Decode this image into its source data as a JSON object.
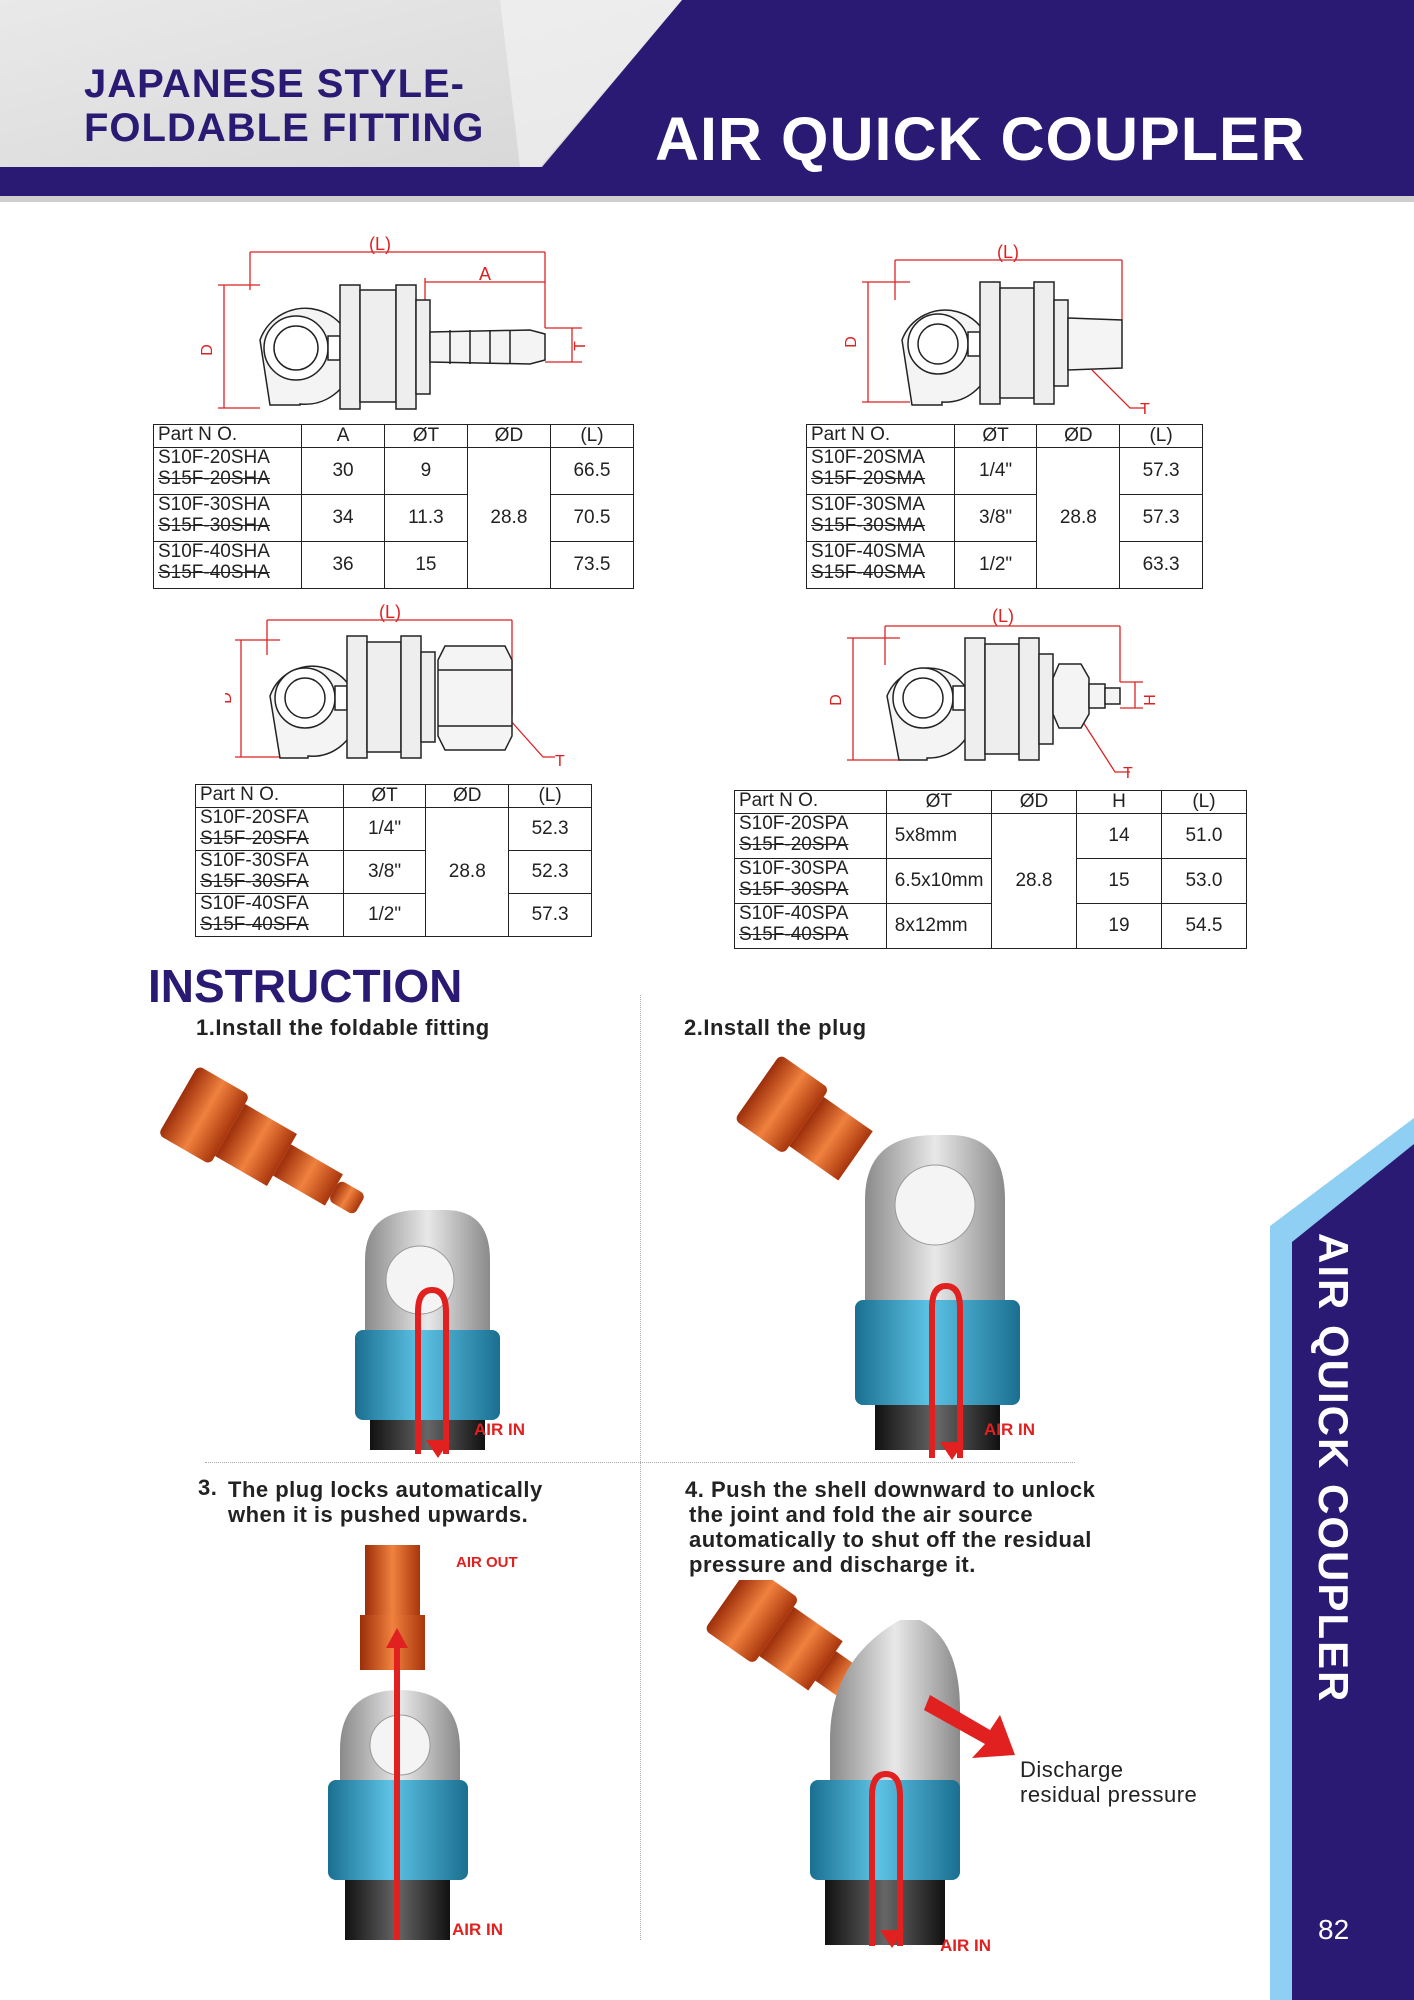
{
  "header": {
    "subtitle_line1": "JAPANESE STYLE-",
    "subtitle_line2": "FOLDABLE FITTING",
    "title": "AIR QUICK COUPLER"
  },
  "colors": {
    "navy": "#2a1a73",
    "light_blue": "#8fcff4",
    "red": "#e0211f"
  },
  "dimension_labels": {
    "length": "(L)",
    "a": "A",
    "d": "D",
    "t": "T",
    "h": "H"
  },
  "tables": {
    "sha": {
      "headers": [
        "Part N O.",
        "A",
        "ØT",
        "ØD",
        "(L)"
      ],
      "rows": [
        {
          "parts": [
            "S10F-20SHA",
            "S15F-20SHA"
          ],
          "a": "30",
          "t": "9",
          "l": "66.5"
        },
        {
          "parts": [
            "S10F-30SHA",
            "S15F-30SHA"
          ],
          "a": "34",
          "t": "11.3",
          "l": "70.5"
        },
        {
          "parts": [
            "S10F-40SHA",
            "S15F-40SHA"
          ],
          "a": "36",
          "t": "15",
          "l": "73.5"
        }
      ],
      "d": "28.8"
    },
    "sma": {
      "headers": [
        "Part    N    O.",
        "ØT",
        "ØD",
        "(L)"
      ],
      "rows": [
        {
          "parts": [
            "S10F-20SMA",
            "S15F-20SMA"
          ],
          "t": "1/4\"",
          "l": "57.3"
        },
        {
          "parts": [
            "S10F-30SMA",
            "S15F-30SMA"
          ],
          "t": "3/8\"",
          "l": "57.3"
        },
        {
          "parts": [
            "S10F-40SMA",
            "S15F-40SMA"
          ],
          "t": "1/2\"",
          "l": "63.3"
        }
      ],
      "d": "28.8"
    },
    "sfa": {
      "headers": [
        "Part    N    O.",
        "ØT",
        "ØD",
        "(L)"
      ],
      "rows": [
        {
          "parts": [
            "S10F-20SFA",
            "S15F-20SFA"
          ],
          "t": "1/4\"",
          "l": "52.3"
        },
        {
          "parts": [
            "S10F-30SFA",
            "S15F-30SFA"
          ],
          "t": "3/8\"",
          "l": "52.3"
        },
        {
          "parts": [
            "S10F-40SFA",
            "S15F-40SFA"
          ],
          "t": "1/2\"",
          "l": "57.3"
        }
      ],
      "d": "28.8"
    },
    "spa": {
      "headers": [
        "Part    N    O.",
        "ØT",
        "ØD",
        "H",
        "(L)"
      ],
      "rows": [
        {
          "parts": [
            "S10F-20SPA",
            "S15F-20SPA"
          ],
          "t": "5x8mm",
          "h": "14",
          "l": "51.0"
        },
        {
          "parts": [
            "S10F-30SPA",
            "S15F-30SPA"
          ],
          "t": "6.5x10mm",
          "h": "15",
          "l": "53.0"
        },
        {
          "parts": [
            "S10F-40SPA",
            "S15F-40SPA"
          ],
          "t": "8x12mm",
          "h": "19",
          "l": "54.5"
        }
      ],
      "d": "28.8"
    }
  },
  "instruction": {
    "title": "INSTRUCTION",
    "step1": "1.Install the foldable fitting",
    "step2": "2.Install the plug",
    "step3_num": "3.",
    "step3_line1": "The plug locks automatically",
    "step3_line2": "when it is pushed upwards.",
    "step4_line1": "4. Push the shell downward to unlock",
    "step4_line2": "the joint and fold the air source",
    "step4_line3": "automatically to shut off the residual",
    "step4_line4": "pressure and discharge it.",
    "air_in": "AIR IN",
    "air_out": "AIR OUT",
    "discharge_line1": "Discharge",
    "discharge_line2": "residual pressure"
  },
  "sidebar": {
    "title": "AIR QUICK COUPLER",
    "page_number": "82"
  }
}
